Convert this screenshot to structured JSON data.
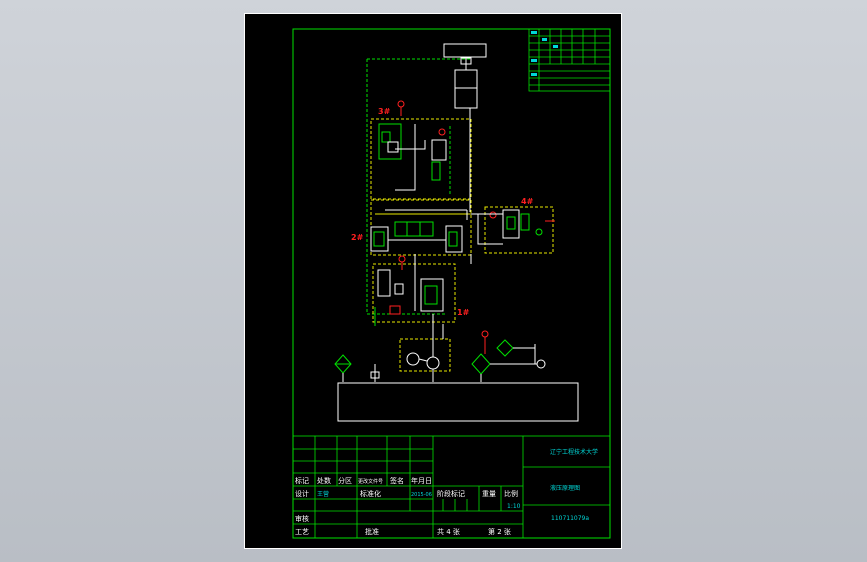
{
  "labels": {
    "valve3": "3#",
    "valve2": "2#",
    "valve4": "4#",
    "valve1": "1#"
  },
  "title_block": {
    "university": "辽宁工程技术大学",
    "drawing_name": "液压原理图",
    "drawing_no": "110711079a",
    "row_headers": [
      "标记",
      "处数",
      "分区",
      "更改文件号",
      "签名",
      "年月日"
    ],
    "design_label": "设计",
    "designer": "王营",
    "standardize_label": "标准化",
    "date": "2015-06",
    "stage_label": "阶段标记",
    "weight_label": "重量",
    "scale_label": "比例",
    "scale_value": "1:10",
    "review_label": "审核",
    "process_label": "工艺",
    "approve_label": "批准",
    "sheets_total": "共 4 张",
    "sheet_no": "第 2 张"
  },
  "colors": {
    "background": "#000000",
    "frame": "#00e000",
    "lines": "#ffffff",
    "marker": "#ff2020",
    "dashed_box": "#e8e800",
    "text": "#00d8d8"
  }
}
